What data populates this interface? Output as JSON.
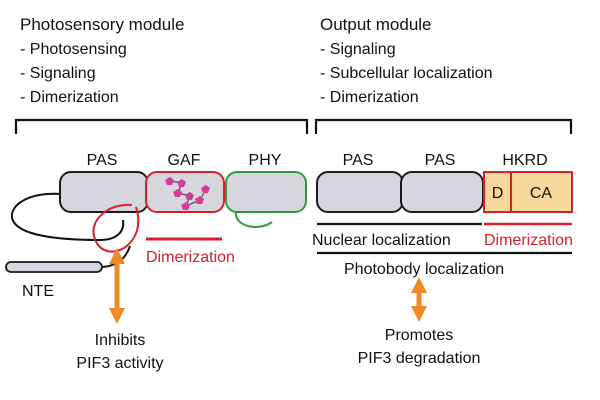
{
  "photosensory": {
    "title": "Photosensory module",
    "items": [
      "- Photosensing",
      "- Signaling",
      "- Dimerization"
    ]
  },
  "output": {
    "title": "Output module",
    "items": [
      "- Signaling",
      "- Subcellular localization",
      "- Dimerization"
    ]
  },
  "domains": {
    "pas1": "PAS",
    "gaf": "GAF",
    "phy": "PHY",
    "pas2": "PAS",
    "pas3": "PAS",
    "hkrd": "HKRD",
    "d": "D",
    "ca": "CA",
    "nte": "NTE"
  },
  "labels": {
    "dimerization_left": "Dimerization",
    "nuclear_localization": "Nuclear localization",
    "dimerization_right": "Dimerization",
    "photobody_localization": "Photobody localization"
  },
  "effects": {
    "inhibits_line1": "Inhibits",
    "inhibits_line2": "PIF3 activity",
    "promotes_line1": "Promotes",
    "promotes_line2": "PIF3 degradation"
  },
  "colors": {
    "domain_fill": "#d6d6de",
    "domain_stroke": "#1a1a1a",
    "gaf_stroke": "#d8202c",
    "phy_stroke": "#2e9a3c",
    "hkrd_fill": "#f7d79a",
    "red": "#d8202c",
    "orange": "#f08a24",
    "chromophore": "#d63a9a"
  }
}
